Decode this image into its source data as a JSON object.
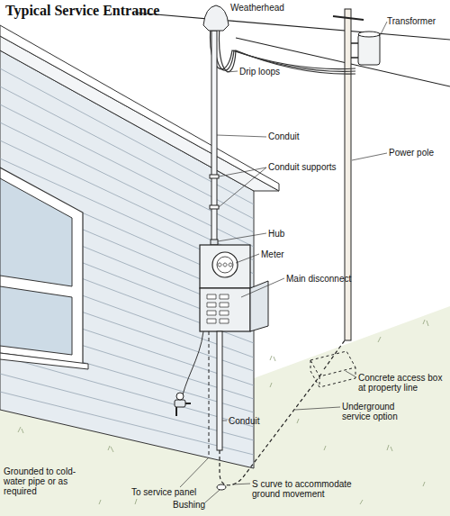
{
  "diagram": {
    "title": "Typical Service Entrance",
    "labels": [
      "Weatherhead",
      "Transformer",
      "Drip loops",
      "Conduit",
      "Conduit supports",
      "Power pole",
      "Hub",
      "Meter",
      "Main disconnect",
      "Concrete access box at property line",
      "Underground service option",
      "Conduit",
      "S curve to accommodate ground movement",
      "Grounded to cold-water pipe or as required",
      "To service panel",
      "Bushing"
    ]
  }
}
